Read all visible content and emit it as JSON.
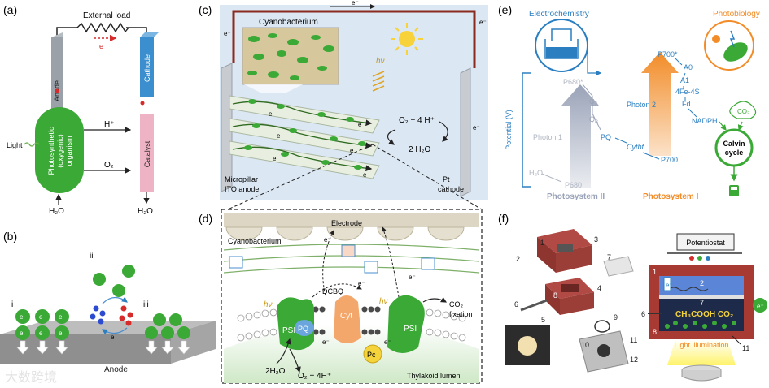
{
  "panels": {
    "a": {
      "label": "(a)",
      "external_load": "External load",
      "electron": "e⁻",
      "anode": "Anode",
      "cathode": "Cathode",
      "catalyst": "Catalyst",
      "organism_lines": [
        "Photosynthetic",
        "(oxygenic)",
        "organism"
      ],
      "light": "Light",
      "h_plus": "H⁺",
      "o2": "O₂",
      "h2o_left": "H₂O",
      "h2o_right": "H₂O",
      "e_small": "e"
    },
    "b": {
      "label": "(b)",
      "roman_i": "i",
      "roman_ii": "ii",
      "roman_iii": "iii",
      "anode": "Anode",
      "e": "e⁻"
    },
    "c": {
      "label": "(c)",
      "cyanobacterium": "Cyanobacterium",
      "hv": "hν",
      "reaction_top": "O₂ + 4 H⁺",
      "reaction_bottom": "2 H₂O",
      "anode_lines": [
        "Micropillar",
        "ITO anode"
      ],
      "cathode_lines": [
        "Pt",
        "cathode"
      ],
      "e": "e⁻"
    },
    "d": {
      "label": "(d)",
      "electrode": "Electrode",
      "cyanobacterium": "Cyanobacterium",
      "dcbq": "DCBQ",
      "psii": "PSII",
      "pq": "PQ",
      "cyt": "Cyt",
      "pc": "Pc",
      "psi": "PSI",
      "co2_fixation_lines": [
        "CO₂",
        "fixation"
      ],
      "water": "2H₂O",
      "oxygen": "O₂ + 4H⁺",
      "thylakoid": "Thylakoid lumen",
      "hv": "hν",
      "e": "e⁻"
    },
    "e": {
      "label": "(e)",
      "electrochemistry": "Electrochemistry",
      "photobiology": "Photobiology",
      "potential_axis": "Potential (V)",
      "p680_star": "P680*",
      "qa": "Q",
      "qa_sub": "A",
      "qb": "Q",
      "qb_sub": "B",
      "pq": "PQ",
      "cytbf": "Cytbf",
      "p700": "P700",
      "p700_star": "P700*",
      "a0": "A0",
      "a1": "A1",
      "fes": "4Fe-4S",
      "fd": "Fd",
      "nadph": "NADPH",
      "photon1": "Photon 1",
      "photon2": "Photon 2",
      "h2o": "H₂O",
      "p680": "P680",
      "photosystem2": "Photosystem II",
      "photosystem1": "Photosystem I",
      "calvin_lines": [
        "Calvin",
        "cycle"
      ],
      "co2": "CO₂"
    },
    "f": {
      "label": "(f)",
      "potentiostat": "Potentiostat",
      "numbers": [
        "1",
        "2",
        "3",
        "4",
        "5",
        "6",
        "7",
        "8",
        "9",
        "10",
        "11",
        "12"
      ],
      "chemicals": "CH₃COOH  CO₂",
      "light_illumination": "Light illumination",
      "e": "e⁻"
    }
  },
  "watermark": "大数跨境",
  "colors": {
    "green": "#3aa935",
    "dark_green": "#1f7a25",
    "anode_gray": "#9aa1a8",
    "cathode_blue": "#3c8fcf",
    "catalyst_pink": "#efb3c6",
    "electro_blue": "#2b7fc1",
    "photo_orange": "#f28c28",
    "red": "#d62b2b",
    "box_red": "#a83a34",
    "orange_cyt": "#f4a76b",
    "pc_yellow": "#f5d33b",
    "bg_blue": "#dbe7f3"
  }
}
